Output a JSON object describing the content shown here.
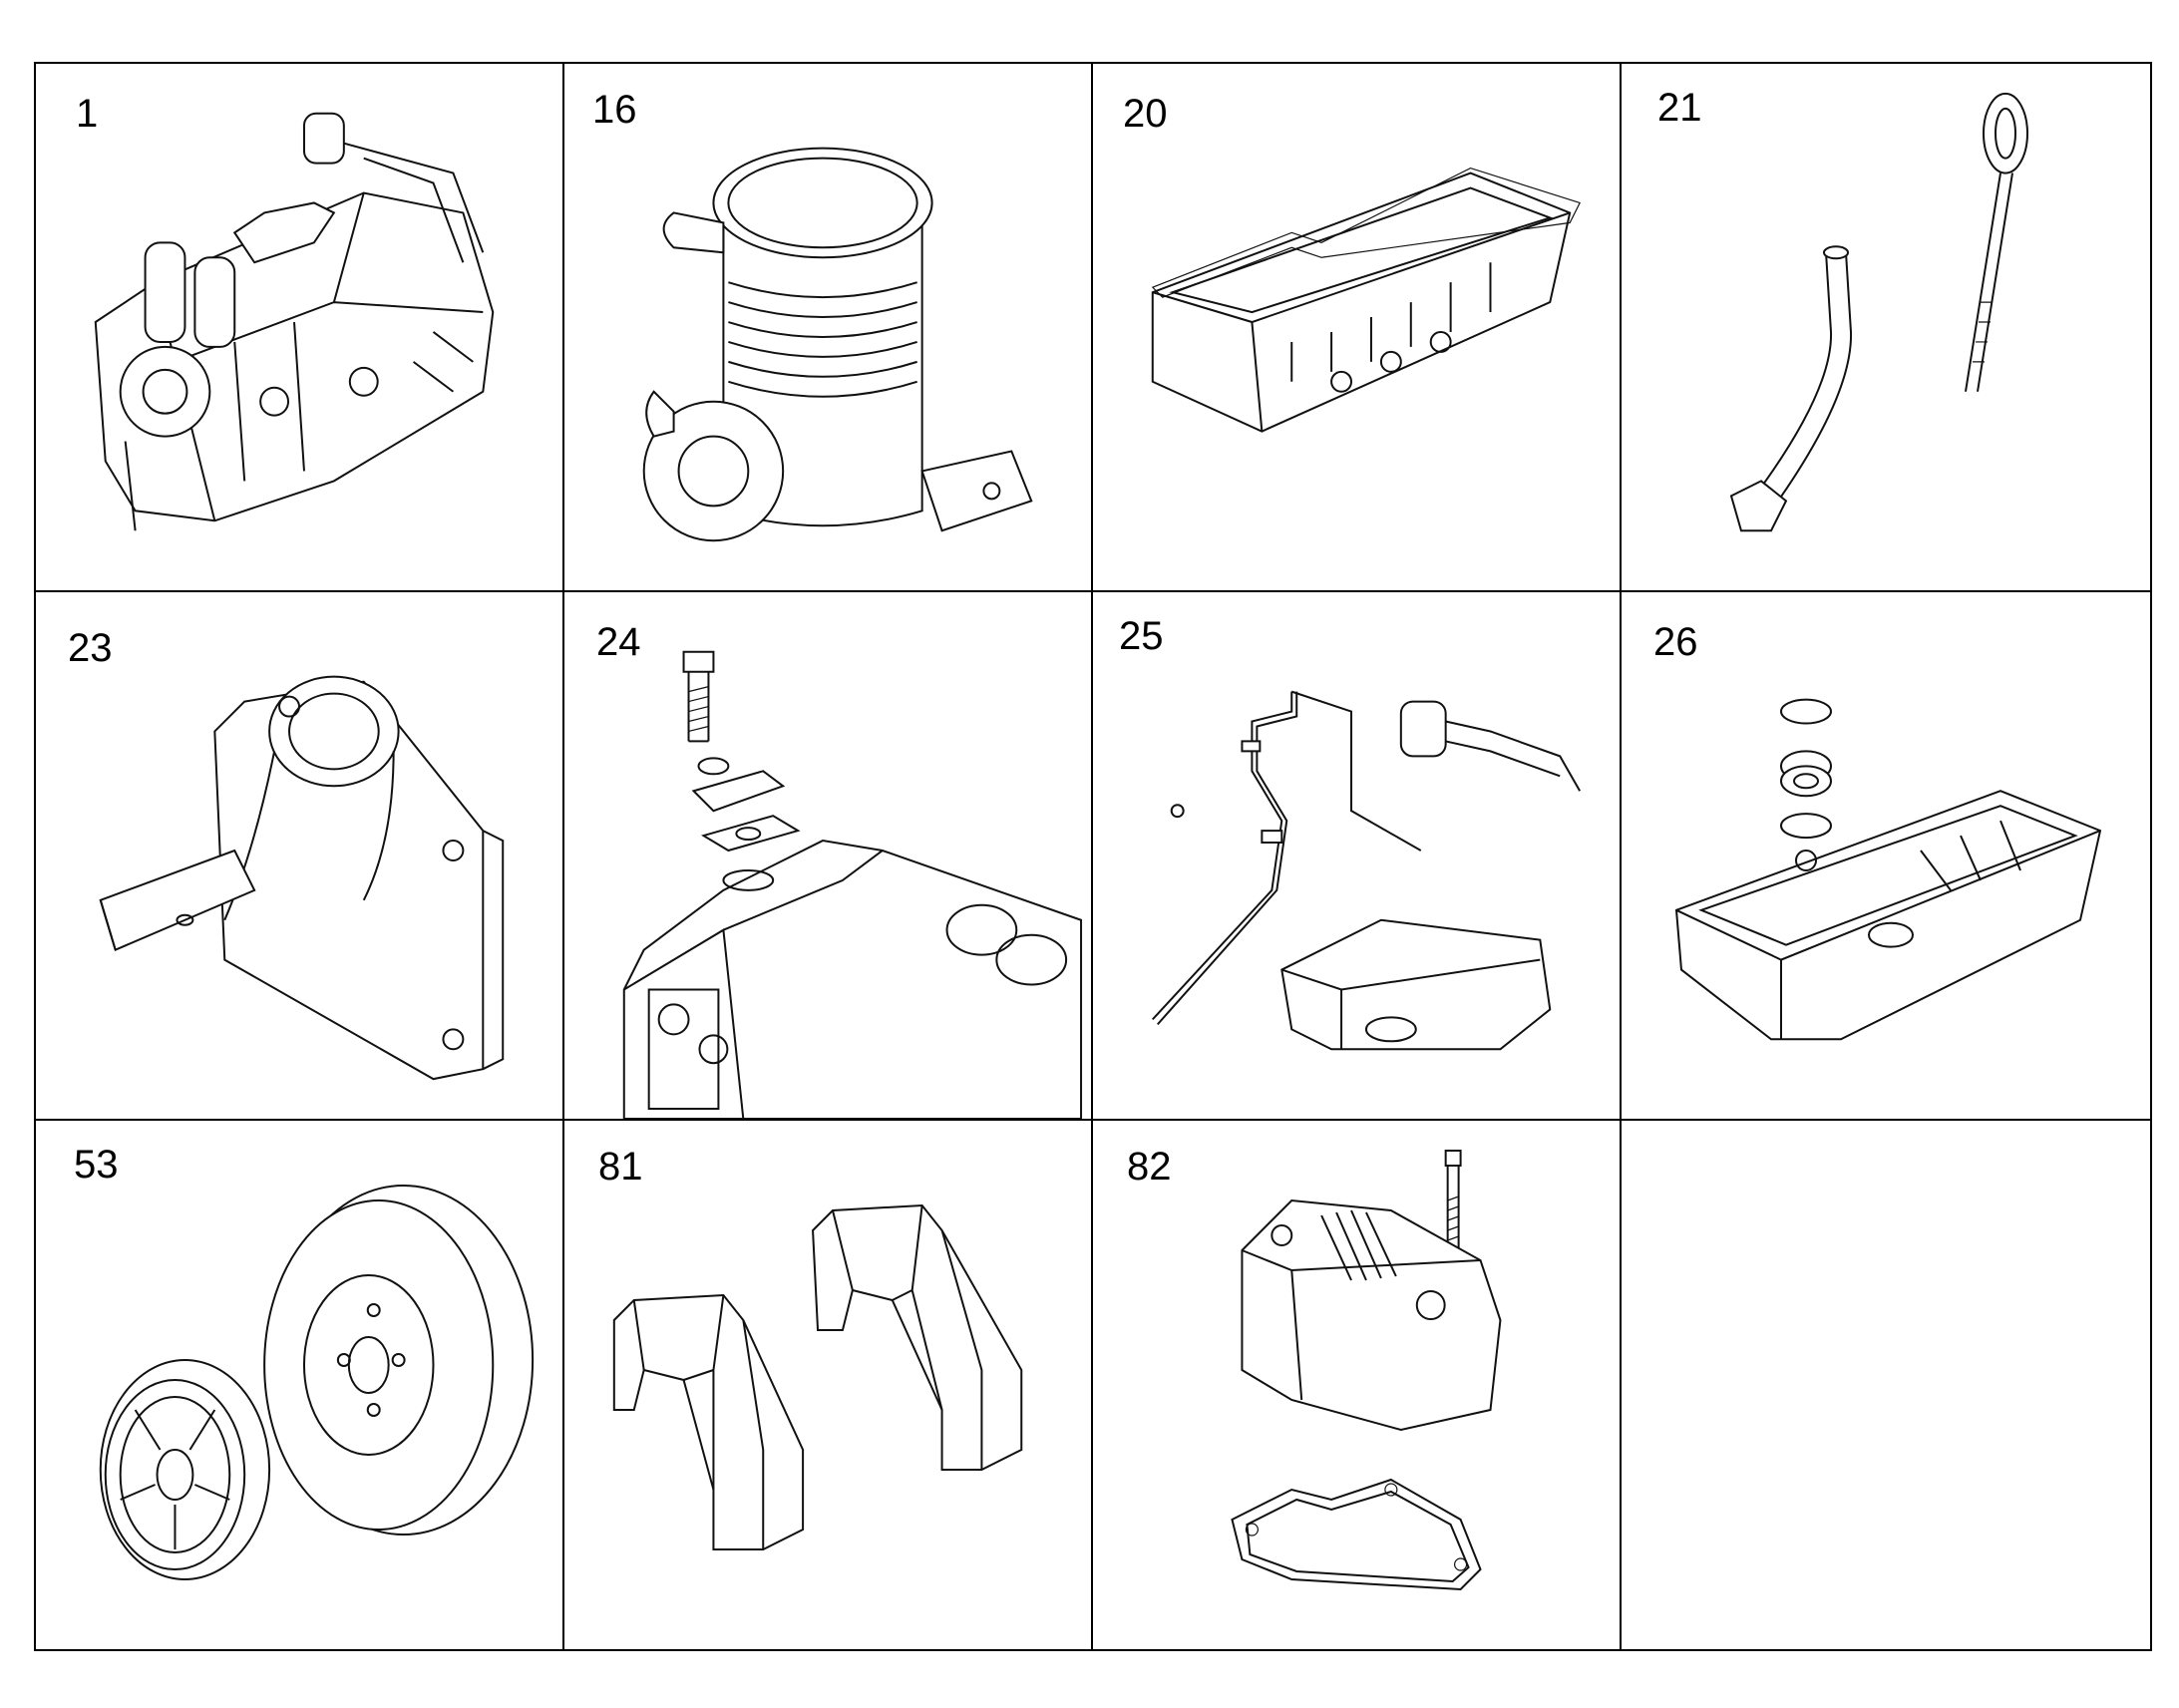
{
  "cells": [
    {
      "number": "1",
      "part": "engine-block-icon"
    },
    {
      "number": "16",
      "part": "air-filter-icon"
    },
    {
      "number": "20",
      "part": "oil-pan-gasket-icon"
    },
    {
      "number": "21",
      "part": "dipstick-icon"
    },
    {
      "number": "23",
      "part": "intake-elbow-icon"
    },
    {
      "number": "24",
      "part": "cover-plate-icon"
    },
    {
      "number": "25",
      "part": "breather-pipe-icon"
    },
    {
      "number": "26",
      "part": "oil-pan-plug-icon"
    },
    {
      "number": "53",
      "part": "pulley-damper-icon"
    },
    {
      "number": "81",
      "part": "engine-mount-icon"
    },
    {
      "number": "82",
      "part": "valve-cover-icon"
    },
    {
      "number": "",
      "part": ""
    }
  ]
}
